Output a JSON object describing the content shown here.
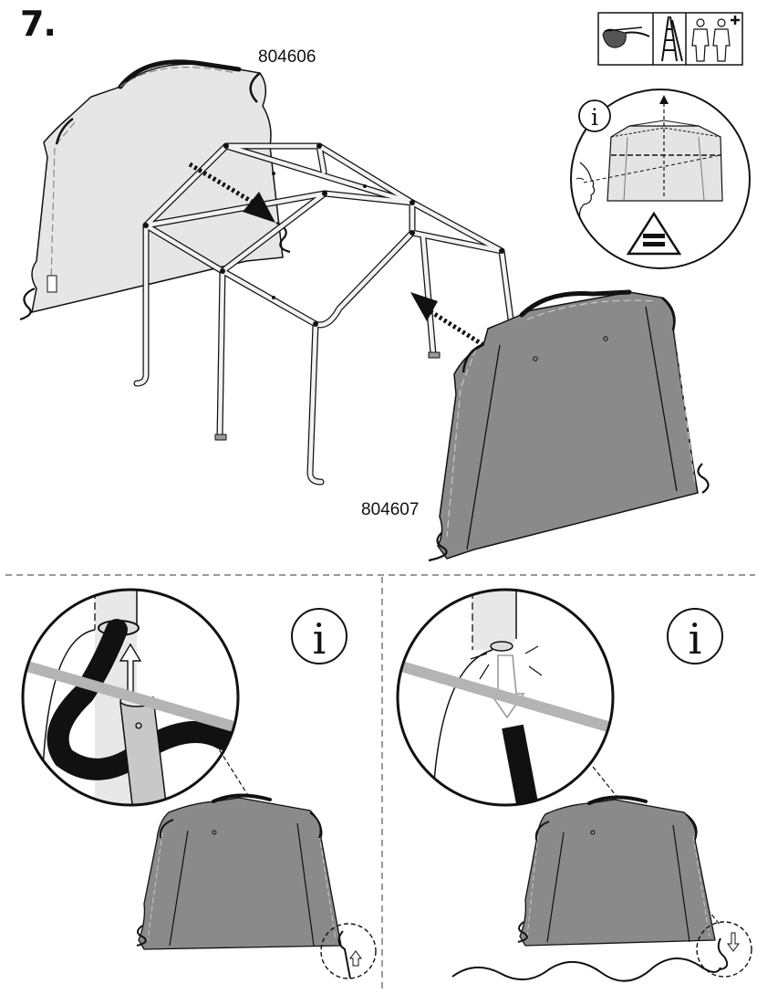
{
  "step": {
    "number": "7."
  },
  "parts": {
    "back_panel_id": "804606",
    "front_panel_id": "804607"
  },
  "icons": {
    "safety": [
      "safety-glasses-icon",
      "ladder-icon",
      "two-person-icon"
    ],
    "info": "info-icon",
    "equal": "equal-sign-icon"
  },
  "colors": {
    "light_panel": "#e6e6e6",
    "dark_panel": "#8a8a8a",
    "frame_fill": "#f2f2f2",
    "ink": "#111111",
    "zoom_ring": "#b4b4b4"
  }
}
